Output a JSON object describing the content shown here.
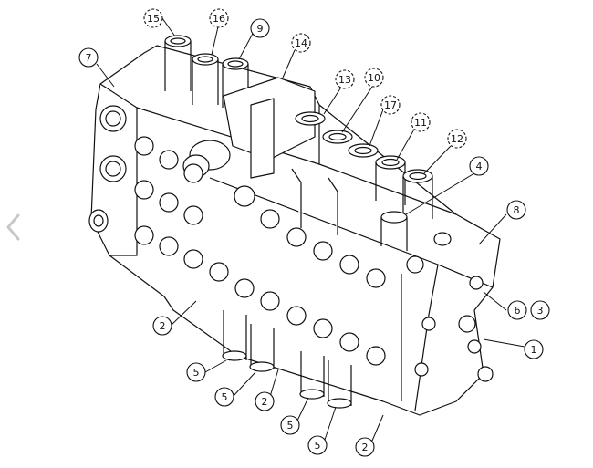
{
  "navigation": {
    "prev_icon": "chevron-left-icon"
  },
  "diagram": {
    "callouts": [
      {
        "id": "c15a",
        "label": "15"
      },
      {
        "id": "c16",
        "label": "16"
      },
      {
        "id": "c9",
        "label": "9"
      },
      {
        "id": "c7",
        "label": "7"
      },
      {
        "id": "c14",
        "label": "14"
      },
      {
        "id": "c13",
        "label": "13"
      },
      {
        "id": "c10",
        "label": "10"
      },
      {
        "id": "c17",
        "label": "17"
      },
      {
        "id": "c11",
        "label": "11"
      },
      {
        "id": "c12",
        "label": "12"
      },
      {
        "id": "c4",
        "label": "4"
      },
      {
        "id": "c8",
        "label": "8"
      },
      {
        "id": "c6",
        "label": "6"
      },
      {
        "id": "c3",
        "label": "3"
      },
      {
        "id": "c1",
        "label": "1"
      },
      {
        "id": "c2a",
        "label": "2"
      },
      {
        "id": "c5a",
        "label": "5"
      },
      {
        "id": "c5b",
        "label": "5"
      },
      {
        "id": "c2b",
        "label": "2"
      },
      {
        "id": "c5c",
        "label": "5"
      },
      {
        "id": "c5d",
        "label": "5"
      },
      {
        "id": "c2c",
        "label": "2"
      }
    ]
  }
}
